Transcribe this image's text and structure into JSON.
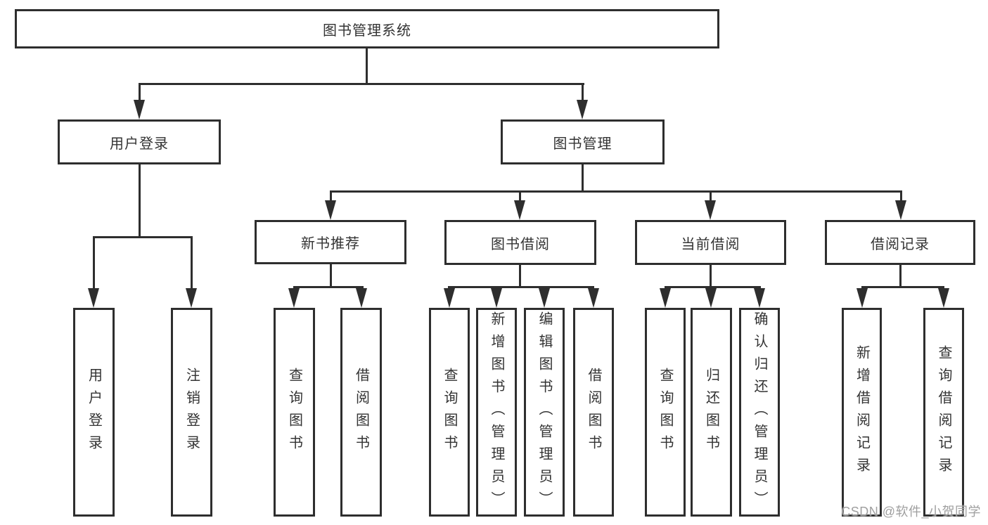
{
  "diagram_title": "图书管理系统",
  "tree": {
    "root": {
      "label": "图书管理系统"
    },
    "branches": [
      {
        "label": "用户登录",
        "children": [
          {
            "label": "用户登录"
          },
          {
            "label": "注销登录"
          }
        ]
      },
      {
        "label": "图书管理",
        "children": [
          {
            "label": "新书推荐",
            "children": [
              {
                "label": "查询图书"
              },
              {
                "label": "借阅图书"
              }
            ]
          },
          {
            "label": "图书借阅",
            "children": [
              {
                "label": "查询图书"
              },
              {
                "label": "新增图书（管理员）"
              },
              {
                "label": "编辑图书（管理员）"
              },
              {
                "label": "借阅图书"
              }
            ]
          },
          {
            "label": "当前借阅",
            "children": [
              {
                "label": "查询图书"
              },
              {
                "label": "归还图书"
              },
              {
                "label": "确认归还（管理员）"
              }
            ]
          },
          {
            "label": "借阅记录",
            "children": [
              {
                "label": "新增借阅记录"
              },
              {
                "label": "查询借阅记录"
              }
            ]
          }
        ]
      }
    ]
  },
  "watermark": {
    "text": "CSDN @软件_小贺同学"
  },
  "colors": {
    "line": "#2e2e2e",
    "text": "#333333",
    "wm": "#9f9f9f",
    "bg": "#ffffff"
  }
}
